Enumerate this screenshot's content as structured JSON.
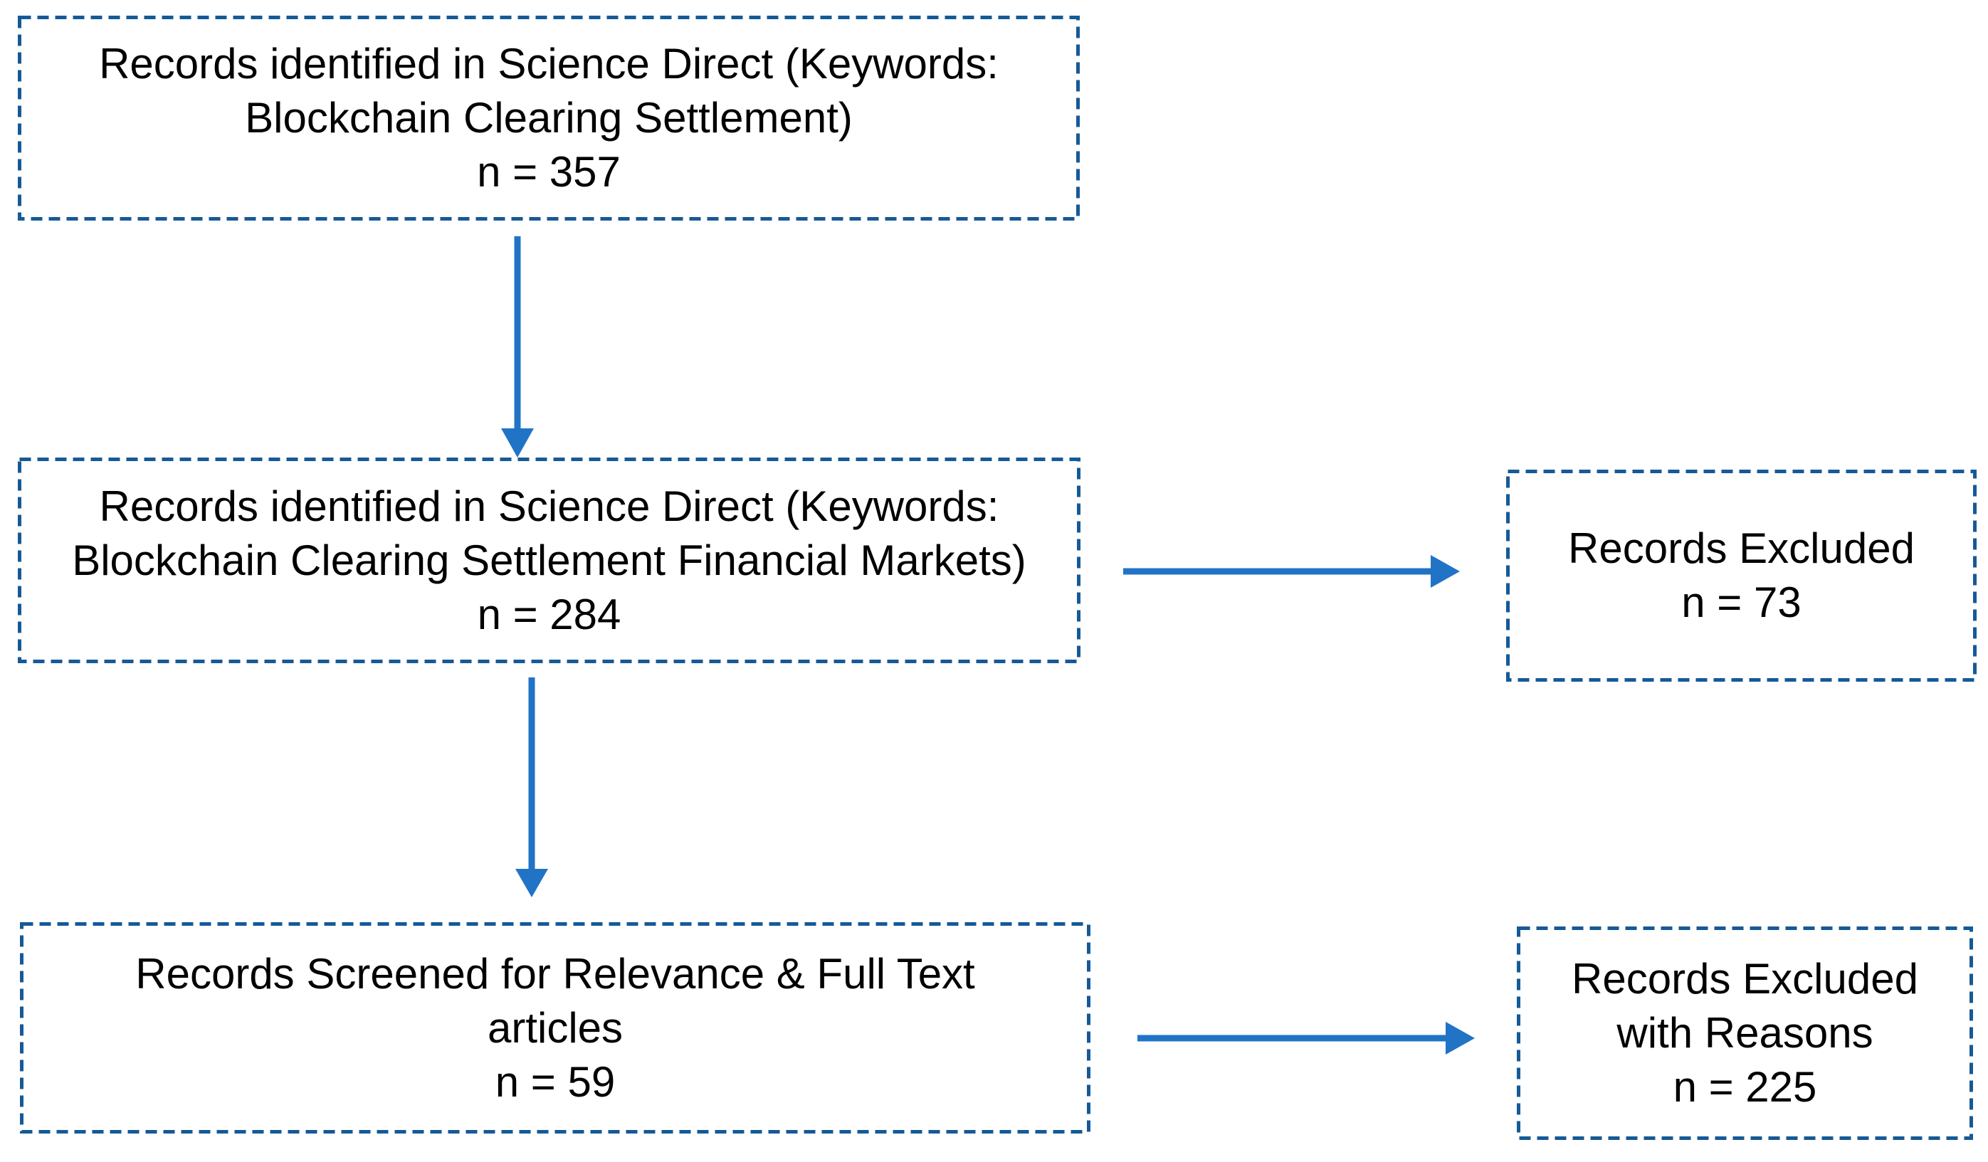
{
  "background": "#ffffff",
  "colors": {
    "box_border": "#155A96",
    "arrow": "#2173C6",
    "text": "#000000"
  },
  "flowchart": {
    "main_boxes": [
      {
        "lines": [
          "Records identified in Science Direct (Keywords:",
          "Blockchain Clearing Settlement)",
          "n = 357"
        ]
      },
      {
        "lines": [
          "Records identified in Science Direct (Keywords:",
          "Blockchain Clearing Settlement Financial Markets)",
          "n = 284"
        ]
      },
      {
        "lines": [
          "Records Screened for Relevance & Full Text",
          "articles",
          "n = 59"
        ]
      }
    ],
    "side_boxes": [
      {
        "lines": [
          "Records Excluded",
          "n = 73"
        ]
      },
      {
        "lines": [
          "Records Excluded",
          "with Reasons",
          "n = 225"
        ]
      }
    ]
  }
}
